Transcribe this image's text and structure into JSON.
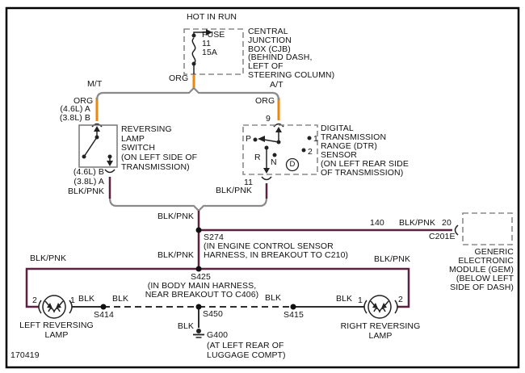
{
  "diagram_id": "170419",
  "colors": {
    "org_wire": "#EC870E",
    "blk_pnk_wire": "#5C2040",
    "bus_line": "#8A8A8A",
    "blk_wire": "#2E2E2E",
    "dashed_box": "#8A8A8A",
    "text": "#111111"
  },
  "power": {
    "source": "HOT IN RUN",
    "fuse": "FUSE\n11\n15A",
    "cjb": "CENTRAL\nJUNCTION\nBOX (CJB)\n(BEHIND DASH,\nLEFT OF\nSTEERING COLUMN)"
  },
  "branches": {
    "mt": "M/T",
    "at": "A/T"
  },
  "wires": {
    "org": "ORG",
    "blk_pnk": "BLK/PNK",
    "blk": "BLK",
    "circuit_140": "140",
    "gem_pin": "20"
  },
  "switch": {
    "label": "REVERSING\nLAMP\nSWITCH\n(ON LEFT SIDE OF\nTRANSMISSION)",
    "pins_in": "(4.6L) A\n(3.8L) B",
    "pins_out": "(4.6L) B\n(3.8L) A\nBLK/PNK"
  },
  "dtr": {
    "label": "DIGITAL\nTRANSMISSION\nRANGE (DTR)\nSENSOR\n(ON LEFT REAR SIDE\nOF TRANSMISSION)",
    "pin_in": "9",
    "pin_out": "11",
    "positions": {
      "p": "P",
      "r": "R",
      "n": "N",
      "d": "D",
      "c1": "1",
      "c2": "2"
    }
  },
  "gem": {
    "label": "GENERIC\nELECTRONIC\nMODULE (GEM)\n(BELOW LEFT\nSIDE OF DASH)",
    "connector": "C201E"
  },
  "splices": {
    "s274": {
      "name": "S274",
      "note": "(IN ENGINE CONTROL SENSOR\nHARNESS, IN BREAKOUT TO C210)"
    },
    "s425": {
      "name": "S425",
      "note": "(IN BODY MAIN HARNESS,\nNEAR BREAKOUT TO C406)"
    },
    "s414": "S414",
    "s450": "S450",
    "s415": "S415"
  },
  "ground": {
    "name": "G400",
    "note": "(AT LEFT REAR OF\nLUGGAGE COMPT)"
  },
  "lamps": {
    "left": {
      "label": "LEFT REVERSING\nLAMP",
      "pin_ground": "1",
      "pin_feed": "2"
    },
    "right": {
      "label": "RIGHT REVERSING\nLAMP",
      "pin_ground": "1",
      "pin_feed": "2"
    }
  }
}
